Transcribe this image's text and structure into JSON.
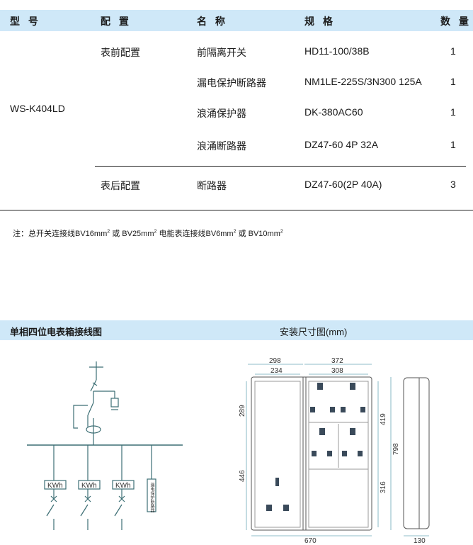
{
  "table": {
    "headers": [
      "型 号",
      "配 置",
      "名 称",
      "规 格",
      "数 量"
    ],
    "model": "WS-K404LD",
    "groups": [
      {
        "config": "表前配置",
        "rows": [
          {
            "name": "前隔离开关",
            "spec": "HD11-100/38B",
            "qty": "1"
          },
          {
            "name": "漏电保护断路器",
            "spec": "NM1LE-225S/3N300 125A",
            "qty": "1"
          },
          {
            "name": "浪涌保护器",
            "spec": "DK-380AC60",
            "qty": "1"
          },
          {
            "name": "浪涌断路器",
            "spec": "DZ47-60 4P 32A",
            "qty": "1"
          }
        ]
      },
      {
        "config": "表后配置",
        "rows": [
          {
            "name": "断路器",
            "spec": "DZ47-60(2P 40A)",
            "qty": "3"
          }
        ]
      }
    ]
  },
  "note": {
    "prefix": "注：总开关连接线BV16mm",
    "part2": " 或 BV25mm",
    "part3": " 电能表连接线BV6mm",
    "part4": " 或 BV10mm",
    "sup": "2"
  },
  "sections": {
    "wiring_title": "单相四位电表箱接线图",
    "dims_title": "安装尺寸图(mm)"
  },
  "wiring": {
    "meter_label": "KWh",
    "side_box_label": "漏电保护断路器"
  },
  "dimensions": {
    "top_left_outer": "298",
    "top_left_inner": "234",
    "top_right_outer": "372",
    "top_right_inner": "308",
    "left_upper": "289",
    "left_lower": "446",
    "right_upper": "419",
    "right_lower": "316",
    "right_total": "798",
    "bottom_total": "670",
    "side_depth": "130"
  },
  "colors": {
    "header_bg": "#cfe8f8",
    "diagram_line": "#3c6e74",
    "dim_line": "#6aa7b8"
  }
}
